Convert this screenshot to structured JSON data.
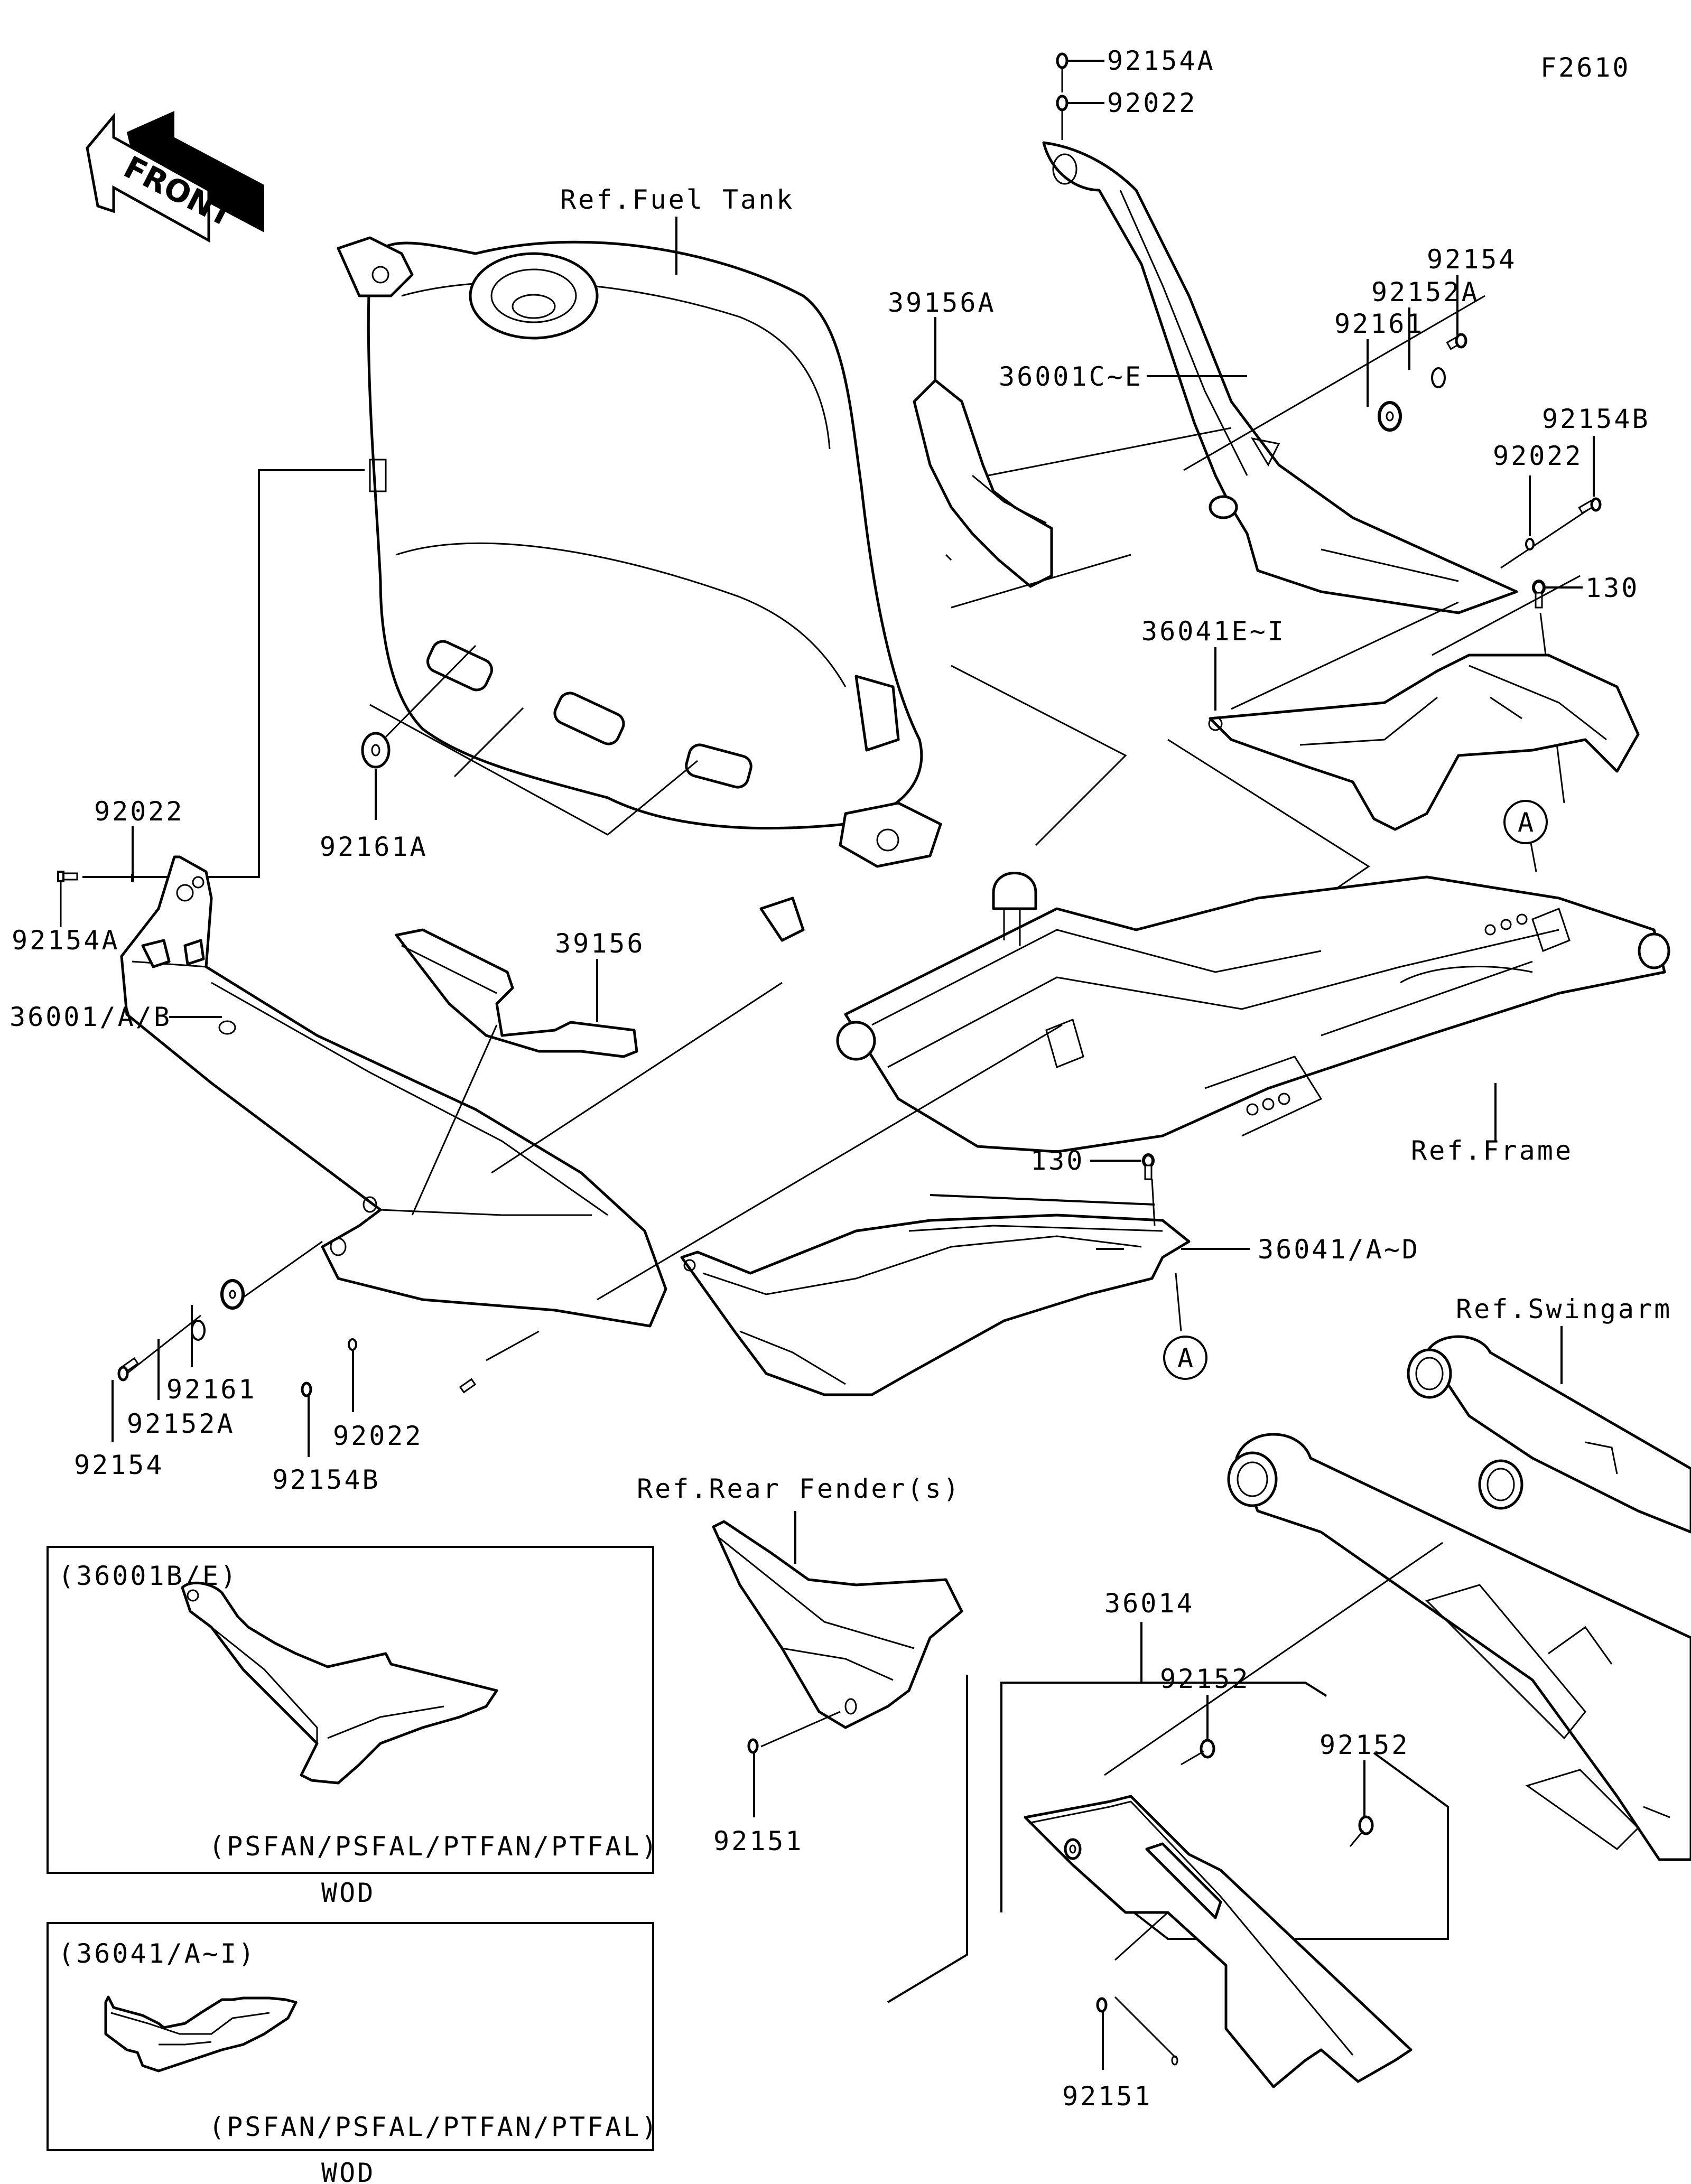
{
  "diagram": {
    "figure_code": "F2610",
    "orientation_label": "FRONT",
    "reference_labels": {
      "fuel_tank": "Ref.Fuel Tank",
      "frame": "Ref.Frame",
      "swingarm": "Ref.Swingarm",
      "rear_fender": "Ref.Rear Fender(s)"
    },
    "callout_marker": "A",
    "part_labels": {
      "p92154A_top": "92154A",
      "p92022_top": "92022",
      "p39156A": "39156A",
      "p36001C_E": "36001C~E",
      "p92154_right": "92154",
      "p92152A_right": "92152A",
      "p92161_right": "92161",
      "p92154B_right": "92154B",
      "p92022_right": "92022",
      "p130_right": "130",
      "p36041E_I": "36041E~I",
      "p92161A": "92161A",
      "p92022_left": "92022",
      "p92154A_left": "92154A",
      "p39156": "39156",
      "p36001_A_B": "36001/A/B",
      "p130_mid": "130",
      "p36041_A_D": "36041/A~D",
      "p92154_bottom": "92154",
      "p92152A_bottom": "92152A",
      "p92161_bottom": "92161",
      "p92154B_bottom": "92154B",
      "p92022_bottom": "92022",
      "p36014": "36014",
      "p92152_a": "92152",
      "p92152_b": "92152",
      "p92151_left": "92151",
      "p92151_bottom": "92151"
    },
    "variant_boxes": [
      {
        "part_ref": "(36001B/E)",
        "models": "(PSFAN/PSFAL/PTFAN/PTFAL)",
        "caption": "WOD"
      },
      {
        "part_ref": "(36041/A~I)",
        "models": "(PSFAN/PSFAL/PTFAN/PTFAL)",
        "caption": "WOD"
      }
    ]
  }
}
